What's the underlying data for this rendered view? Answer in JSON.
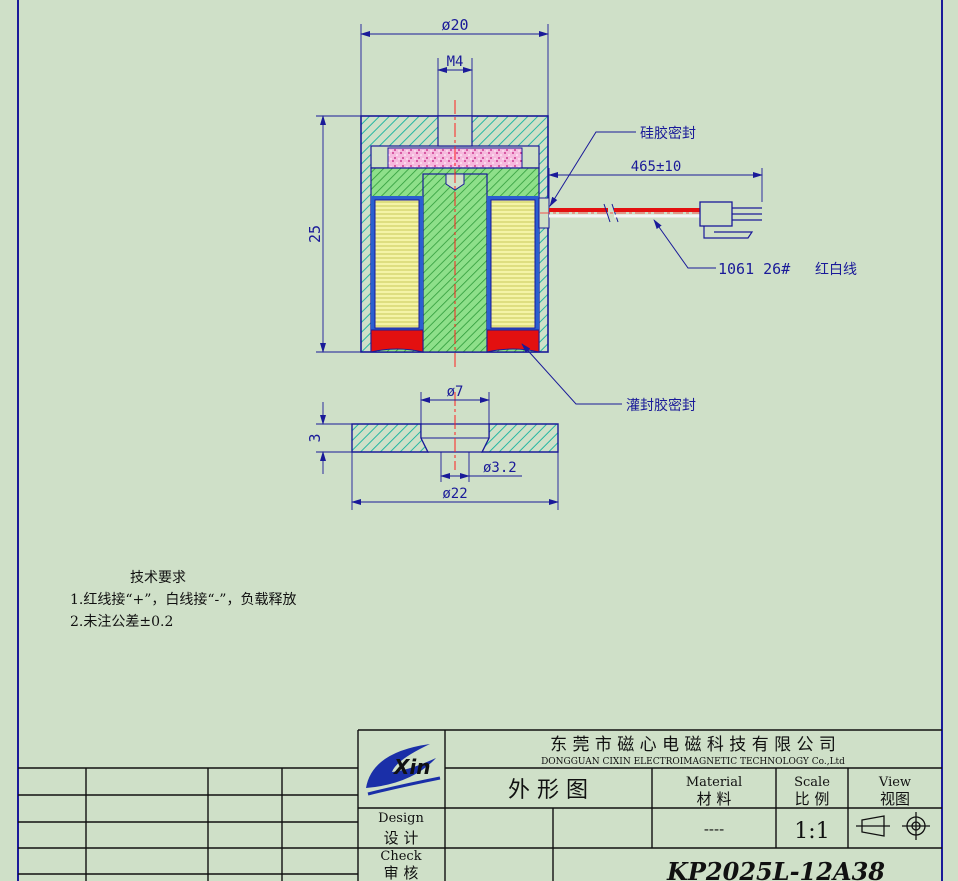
{
  "dimensions": {
    "outer_diameter": "ø20",
    "thread": "M4",
    "height": "25",
    "lead_length": "465±10",
    "plate_hole": "ø7",
    "plate_thickness": "3",
    "plate_pin": "ø3.2",
    "plate_diameter": "ø22"
  },
  "callouts": {
    "silicone_seal": "硅胶密封",
    "wire_spec": "1061 26#",
    "wire_color": "红白线",
    "potting_seal": "灌封胶密封"
  },
  "requirements": {
    "title": "技术要求",
    "line1": "1.红线接“+”，白线接“-”，负载释放",
    "line2": "2.未注公差±0.2"
  },
  "title_block": {
    "logo_text": "Xin",
    "company_cn": "东 莞 市 磁 心 电 磁 科 技 有 限 公 司",
    "company_en": "DONGGUAN   CIXIN  ELECTROIMAGNETIC   TECHNOLOGY   Co.,Ltd",
    "drawing_name": "外 形 图",
    "material_en": "Material",
    "material_cn": "材 料",
    "material_value": "----",
    "scale_en": "Scale",
    "scale_cn": "比 例",
    "scale_value": "1:1",
    "view_en": "View",
    "view_cn": "视图",
    "design_en": "Design",
    "design_cn": "设 计",
    "check_en": "Check",
    "check_cn": "审 核",
    "part_number": "KP2025L-12A38"
  },
  "colors": {
    "background": "#cfe0c8",
    "line": "#1a1a99",
    "hatch": "#26b7a3",
    "coil": "#f2f2a0",
    "red_part": "#e31010",
    "center_line": "#ff2020"
  }
}
